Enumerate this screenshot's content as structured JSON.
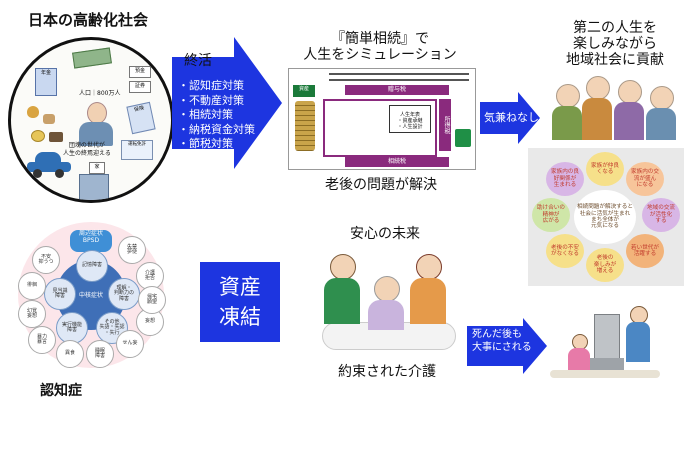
{
  "title_society": "日本の高齢化社会",
  "society_details": {
    "population": "人口｜800万人",
    "caption_line1": "団塊の世代が",
    "caption_line2": "人生の終焉迎える",
    "tag_pension": "年金",
    "tag_savings": "預金",
    "tag_securities": "証券",
    "tag_insurance": "保険",
    "tag_house": "家",
    "tag_license": "運転免許"
  },
  "arrow_main": {
    "label": "終活",
    "items": [
      "・認知症対策",
      "・不動産対策",
      "・相続対策",
      "・納税資金対策",
      "・節税対策"
    ]
  },
  "simulation": {
    "title_line1": "『簡単相続』で",
    "title_line2": "人生をシミュレーション",
    "diagram_top": "贈与税",
    "diagram_mid": "人生年表\n・資産承継\n・人生設計",
    "diagram_tax": "所得税",
    "diagram_bottom": "相続税",
    "result": "老後の問題が解決"
  },
  "arrow_relief": "気兼ねなし",
  "contribution": {
    "line1": "第二の人生を",
    "line2": "楽しみながら",
    "line3": "地域社会に貢献"
  },
  "flower": {
    "center": "相続問題が解決すると\n社会に活気が生まれ\nまち全体が\n元気になる",
    "petals": [
      "家族が仲良\nくなる",
      "家族内の交\n流が盛ん\nになる",
      "地域の交流\nが活性化\nする",
      "若い世代が\n活躍する",
      "老後の\n楽しみが\n増える",
      "老後の不安\nがなくなる",
      "助け合いの\n精神が\n広がる",
      "家族内の良\n好関係が\n生まれる"
    ]
  },
  "dementia": {
    "label": "認知症",
    "outer_title": "周辺症状\nBPSD",
    "core_title": "中核症状",
    "core": [
      "記憶障害",
      "見当識\n障害",
      "理解・\n判断力の\n障害",
      "実行機能\n障害",
      "その他\n失語・失認\n・失行"
    ],
    "symptoms": [
      "不安\n抑うつ",
      "失禁\n夢便",
      "介護\n拒否",
      "徘徊",
      "幻覚\n妄想",
      "暴力\n暴言",
      "異食",
      "睡眠\n障害",
      "せん妄",
      "妄想",
      "帰宅\n願望"
    ]
  },
  "asset_freeze": {
    "line1": "資産",
    "line2": "凍結"
  },
  "care": {
    "top": "安心の未来",
    "bottom": "約束された介護"
  },
  "arrow_memorial": {
    "line1": "死んだ後も",
    "line2": "大事にされる"
  }
}
